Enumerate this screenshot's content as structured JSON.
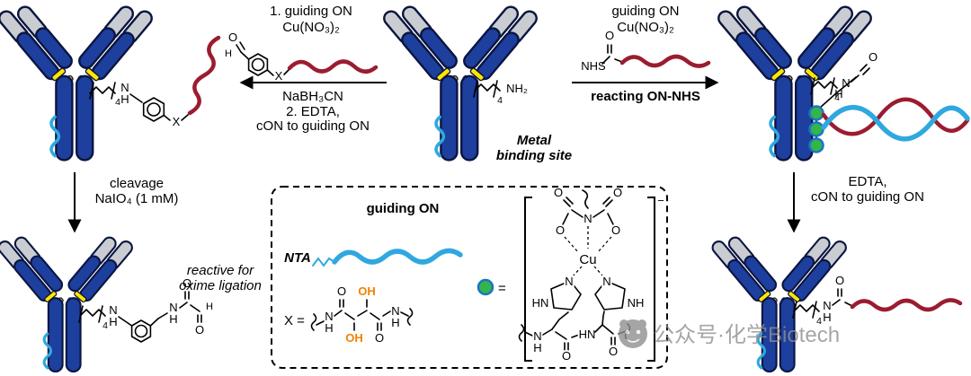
{
  "arrows": {
    "to_left": {
      "above1": "1. guiding ON",
      "above2": "Cu(NO₃)₂",
      "below1": "NaBH₃CN",
      "below2": "2. EDTA,",
      "below3": "cON to guiding ON"
    },
    "to_right": {
      "above1": "guiding ON",
      "above2": "Cu(NO₃)₂",
      "below_bold": "reacting ON-NHS"
    },
    "down_left": {
      "line1": "cleavage",
      "line2": "NaIO₄ (1 mM)"
    },
    "down_right": {
      "line1": "EDTA,",
      "line2": "cON to guiding ON"
    }
  },
  "reagents": {
    "nhs": "NHS"
  },
  "center": {
    "site_line1": "Metal",
    "site_line2": "binding site"
  },
  "note": {
    "line1": "reactive for",
    "line2": "oxime ligation"
  },
  "legend": {
    "nta": "NTA",
    "guiding_on": "guiding ON",
    "x_equals": "X =",
    "equals": "=",
    "charge": "−"
  },
  "atoms": {
    "n": "N",
    "h": "H",
    "o": "O",
    "x": "X",
    "oh": "OH",
    "cu": "Cu",
    "hn": "HN",
    "nh": "NH",
    "nh2": "NH₂",
    "four": "4"
  },
  "watermark": {
    "text": "公众号·化学Biotech"
  },
  "colors": {
    "antibody_blue": "#1d3f9e",
    "antibody_gray": "#c9cdd1",
    "outline_navy": "#0b1540",
    "hinge_yellow": "#ffe600",
    "on_red": "#9b1c30",
    "on_blue": "#2fa8df",
    "oh_orange": "#f08300",
    "bead_green": "#33b54a",
    "bead_ring": "#1b74c5",
    "watermark_gray": "#8f8f8f"
  }
}
